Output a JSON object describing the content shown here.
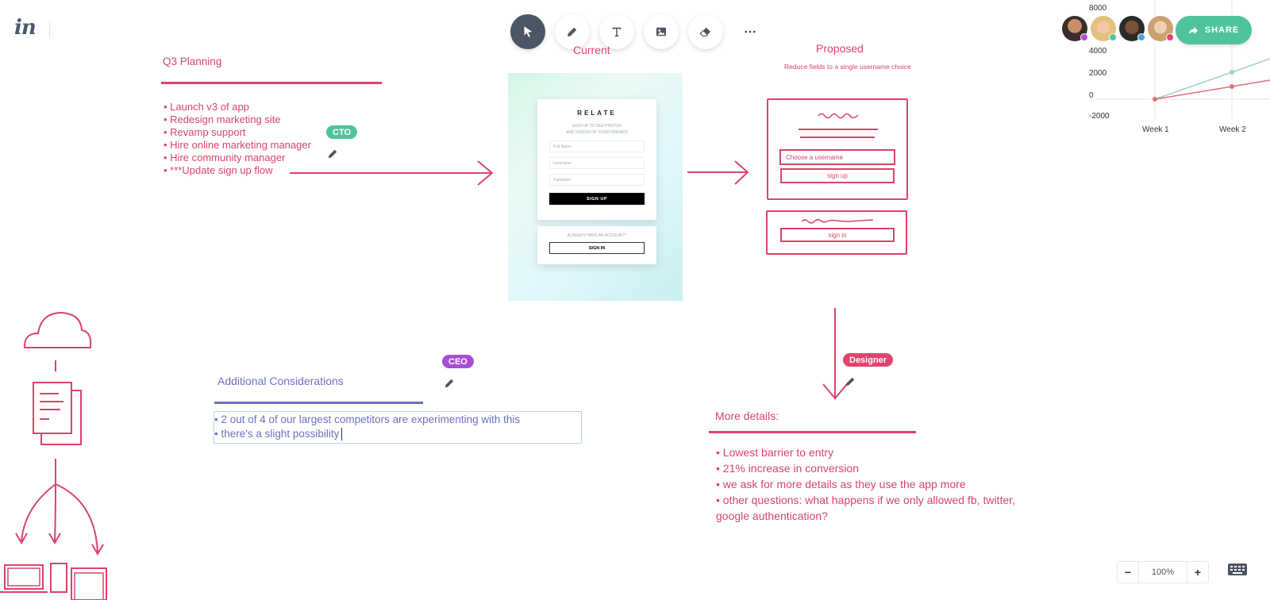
{
  "app": {
    "logo": "in"
  },
  "toolbar": {
    "tools": [
      {
        "name": "select",
        "icon": "cursor-icon"
      },
      {
        "name": "pen",
        "icon": "pencil-icon"
      },
      {
        "name": "text",
        "icon": "text-icon"
      },
      {
        "name": "image",
        "icon": "image-icon"
      },
      {
        "name": "eraser",
        "icon": "eraser-icon"
      },
      {
        "name": "more",
        "icon": "more-icon"
      }
    ]
  },
  "header": {
    "share_label": "SHARE",
    "avatars": [
      {
        "name": "user-1",
        "dot_color": "#b54dd6"
      },
      {
        "name": "user-2",
        "dot_color": "#4fc49b"
      },
      {
        "name": "user-3",
        "dot_color": "#4aa4e8"
      },
      {
        "name": "user-4",
        "dot_color": "#e0446f"
      }
    ]
  },
  "mini_chart": {
    "y_ticks": [
      "8000",
      "4000",
      "2000",
      "0",
      "-2000"
    ],
    "x_ticks": [
      "Week 1",
      "Week 2"
    ]
  },
  "q3": {
    "title": "Q3 Planning",
    "items": [
      "• Launch v3 of app",
      "• Redesign marketing site",
      "• Revamp support",
      "• Hire online marketing manager",
      "• Hire community manager",
      "• ***Update sign up flow"
    ]
  },
  "badges": {
    "cto": "CTO",
    "ceo": "CEO",
    "designer": "Designer"
  },
  "current": {
    "label": "Current",
    "brand": "RELATE",
    "subtitle_1": "SIGN UP TO SEE PHOTOS",
    "subtitle_2": "AND VIDEOS OF YOUR FRIENDS",
    "field_fullname": "Full Name",
    "field_username": "Username",
    "field_password": "Password",
    "signup_button": "SIGN UP",
    "have_account": "ALREADY HAVE AN ACCOUNT?",
    "signin_button": "SIGN IN"
  },
  "proposed": {
    "label": "Proposed",
    "subtitle": "Reduce fields to a single username choice",
    "username_placeholder": "Choose a username",
    "signup": "sign up",
    "signin": "sign in"
  },
  "considerations": {
    "title": "Additional Considerations",
    "line1": "• 2 out of 4 of our largest competitors are experimenting with this",
    "line2": "• there's a slight possibility"
  },
  "more_details": {
    "title": "More details:",
    "items": [
      "• Lowest barrier to entry",
      "• 21% increase in conversion",
      "• we ask for more details as they use the app more",
      "• other questions: what happens if we only allowed fb, twitter, google authentication?"
    ]
  },
  "zoom": {
    "level": "100%",
    "minus": "−",
    "plus": "+"
  },
  "colors": {
    "pink": "#d9446b",
    "purple_text": "#6b72c1",
    "green_accent": "#4fc49b",
    "ceo_badge": "#a74fd1",
    "designer_badge": "#e0446f"
  }
}
